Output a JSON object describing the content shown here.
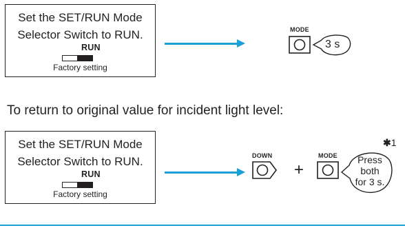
{
  "top_step": {
    "instruction_line1": "Set the SET/RUN Mode",
    "instruction_line2": "Selector Switch to RUN.",
    "switch_label": "RUN",
    "switch_caption": "Factory setting",
    "key_label": "MODE",
    "hold_text": "3 s"
  },
  "section_title": "To return to original value for incident light level:",
  "bottom_step": {
    "instruction_line1": "Set the SET/RUN Mode",
    "instruction_line2": "Selector Switch to RUN.",
    "switch_label": "RUN",
    "switch_caption": "Factory setting",
    "key1_label": "DOWN",
    "plus": "+",
    "key2_label": "MODE",
    "hold_line1": "Press",
    "hold_line2": "both",
    "hold_line3": "for 3 s.",
    "note_mark": "✱",
    "note_number": "1"
  },
  "colors": {
    "arrow": "#1aa0d8",
    "ink": "#231f20",
    "divider": "#1aa0d8"
  },
  "icons": [
    "right-arrow-icon",
    "mode-key-icon",
    "down-key-icon",
    "speech-bubble-icon",
    "slide-switch-icon"
  ]
}
